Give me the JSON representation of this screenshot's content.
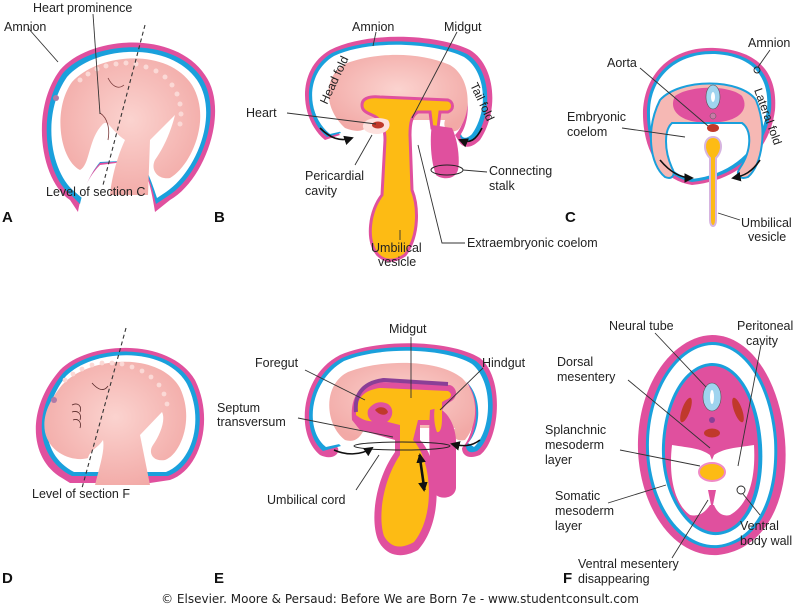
{
  "colors": {
    "amnion_outer": "#e0509e",
    "amnion_inner": "#1aa0dc",
    "embryo": "#f6b8b4",
    "gut": "#fdbb14",
    "mesoderm": "#e0509e",
    "heart": "#c0392b",
    "neural_tube": "#9fd4ef"
  },
  "panels": {
    "A": {
      "letter": "A",
      "labels": {
        "heart_prominence": "Heart prominence",
        "amnion": "Amnion",
        "level": "Level of section C"
      }
    },
    "B": {
      "letter": "B",
      "labels": {
        "amnion": "Amnion",
        "midgut": "Midgut",
        "head_fold": "Head fold",
        "tail_fold": "Tail fold",
        "heart": "Heart",
        "pericardial_1": "Pericardial",
        "pericardial_2": "cavity",
        "connecting_1": "Connecting",
        "connecting_2": "stalk",
        "umbilical_1": "Umbilical",
        "umbilical_2": "vesicle",
        "extraembryonic": "Extraembryonic coelom"
      }
    },
    "C": {
      "letter": "C",
      "labels": {
        "amnion": "Amnion",
        "aorta": "Aorta",
        "embryonic_1": "Embryonic",
        "embryonic_2": "coelom",
        "lateral_fold": "Lateral fold",
        "umbilical_1": "Umbilical",
        "umbilical_2": "vesicle"
      }
    },
    "D": {
      "letter": "D",
      "labels": {
        "level": "Level of section F"
      }
    },
    "E": {
      "letter": "E",
      "labels": {
        "midgut": "Midgut",
        "foregut": "Foregut",
        "hindgut": "Hindgut",
        "septum_1": "Septum",
        "septum_2": "transversum",
        "umbilical_cord": "Umbilical cord"
      }
    },
    "F": {
      "letter": "F",
      "labels": {
        "neural_tube": "Neural tube",
        "peritoneal_1": "Peritoneal",
        "peritoneal_2": "cavity",
        "dorsal_1": "Dorsal",
        "dorsal_2": "mesentery",
        "splanchnic_1": "Splanchnic",
        "splanchnic_2": "mesoderm",
        "splanchnic_3": "layer",
        "somatic_1": "Somatic",
        "somatic_2": "mesoderm",
        "somatic_3": "layer",
        "ventral_wall_1": "Ventral",
        "ventral_wall_2": "body wall",
        "ventral_mes_1": "Ventral mesentery",
        "ventral_mes_2": "disappearing"
      }
    }
  },
  "copyright": "© Elsevier. Moore & Persaud: Before We are Born 7e - www.studentconsult.com"
}
